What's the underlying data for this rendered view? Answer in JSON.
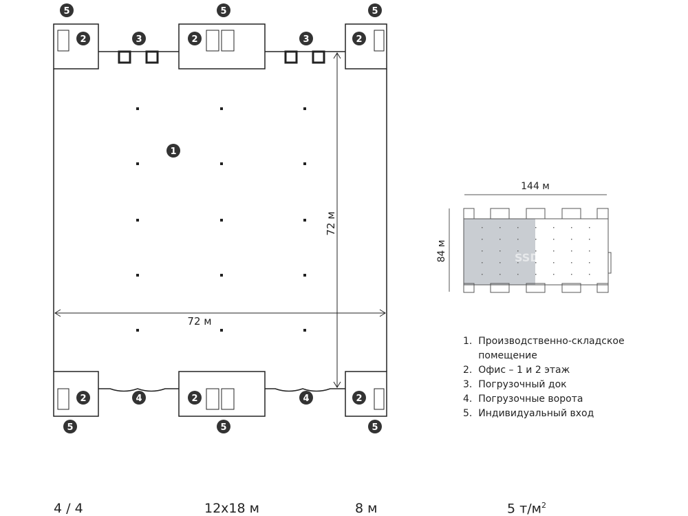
{
  "plan": {
    "width_label": "72 м",
    "depth_label": "72 м",
    "badges": [
      "1",
      "2",
      "3",
      "4",
      "5"
    ]
  },
  "mini_plan": {
    "width_label": "144 м",
    "depth_label": "84 м",
    "watermark": "SSD.RU"
  },
  "legend": [
    "1.  Производственно-складское\n     помещение",
    "2.  Офис – 1 и 2 этаж",
    "3.  Погрузочный док",
    "4.  Погрузочные ворота",
    "5.  Индивидуальный вход"
  ],
  "stats": {
    "gates": "4 / 4",
    "grid": "12x18 м",
    "height": "8 м",
    "load": "5 т/м",
    "load_sup": "2"
  },
  "colors": {
    "badge": "#333333",
    "shade": "#c9cdd2"
  }
}
